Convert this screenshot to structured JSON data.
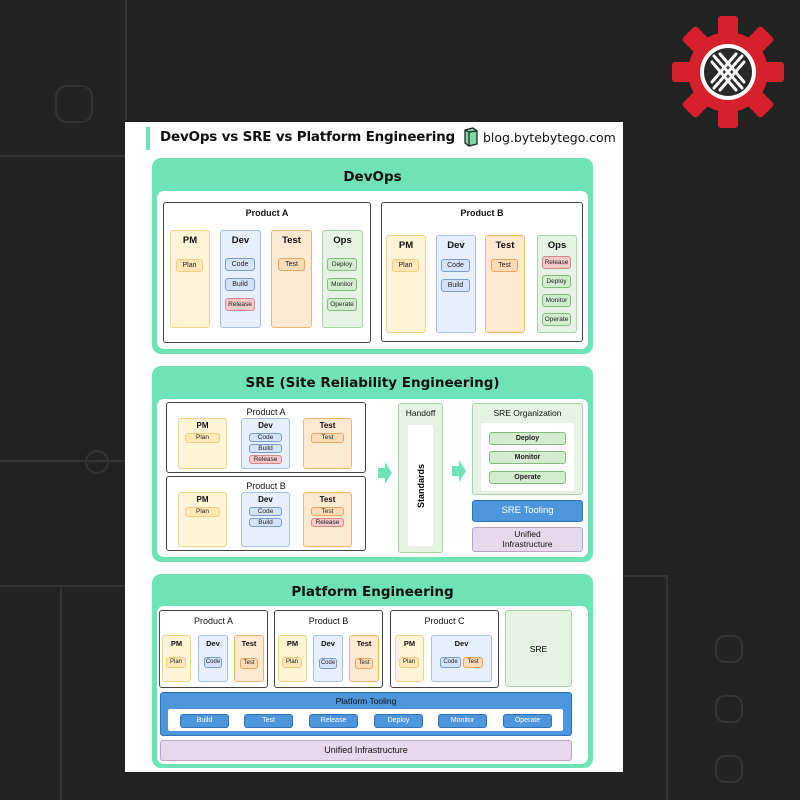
{
  "header": {
    "title": "DevOps vs SRE vs Platform Engineering",
    "site": "blog.bytebytego.com"
  },
  "devops": {
    "title": "DevOps",
    "product_a": {
      "title": "Product A",
      "pm": {
        "label": "PM",
        "items": [
          "Plan"
        ]
      },
      "dev": {
        "label": "Dev",
        "items": [
          "Code",
          "Build",
          "Release"
        ]
      },
      "test": {
        "label": "Test",
        "items": [
          "Test"
        ]
      },
      "ops": {
        "label": "Ops",
        "items": [
          "Deploy",
          "Monitor",
          "Operate"
        ]
      }
    },
    "product_b": {
      "title": "Product B",
      "pm": {
        "label": "PM",
        "items": [
          "Plan"
        ]
      },
      "dev": {
        "label": "Dev",
        "items": [
          "Code",
          "Build"
        ]
      },
      "test": {
        "label": "Test",
        "items": [
          "Test"
        ]
      },
      "ops": {
        "label": "Ops",
        "items": [
          "Release",
          "Deploy",
          "Monitor",
          "Operate"
        ]
      }
    }
  },
  "sre": {
    "title": "SRE (Site Reliability Engineering)",
    "product_a": {
      "title": "Product A",
      "pm": {
        "label": "PM",
        "items": [
          "Plan"
        ]
      },
      "dev": {
        "label": "Dev",
        "items": [
          "Code",
          "Build",
          "Release"
        ]
      },
      "test": {
        "label": "Test",
        "items": [
          "Test"
        ]
      }
    },
    "product_b": {
      "title": "Product B",
      "pm": {
        "label": "PM",
        "items": [
          "Plan"
        ]
      },
      "dev": {
        "label": "Dev",
        "items": [
          "Code",
          "Build"
        ]
      },
      "test": {
        "label": "Test",
        "items": [
          "Test",
          "Release"
        ]
      }
    },
    "handoff": {
      "title": "Handoff",
      "standards": "Standards"
    },
    "org": {
      "title": "SRE Organization",
      "items": [
        "Deploy",
        "Monitor",
        "Operate"
      ]
    },
    "tooling": "SRE Tooling",
    "infra": "Unified Infrastructure"
  },
  "platform": {
    "title": "Platform Engineering",
    "product_a": {
      "title": "Product A",
      "pm": "PM",
      "pm_item": "Plan",
      "dev": "Dev",
      "dev_item": "Code",
      "test": "Test",
      "test_item": "Test"
    },
    "product_b": {
      "title": "Product B",
      "pm": "PM",
      "pm_item": "Plan",
      "dev": "Dev",
      "dev_item": "Code",
      "test": "Test",
      "test_item": "Test"
    },
    "product_c": {
      "title": "Product C",
      "pm": "PM",
      "pm_item": "Plan",
      "dev": "Dev",
      "dev_items": [
        "Code",
        "Test"
      ]
    },
    "sre": "SRE",
    "tooling": {
      "title": "Platform Tooling",
      "items": [
        "Build",
        "Test",
        "Release",
        "Deploy",
        "Monitor",
        "Operate"
      ]
    },
    "infra": "Unified Infrastructure"
  },
  "colors": {
    "accent": "#6ee3b6",
    "pm": "#fef4d6",
    "dev": "#e6effb",
    "test": "#fde9d2",
    "ops": "#e6f3e4",
    "release": "#f7c9c9",
    "tooling": "#4d96dc",
    "infra": "#e7d9ec",
    "gear": "#d6212d"
  }
}
